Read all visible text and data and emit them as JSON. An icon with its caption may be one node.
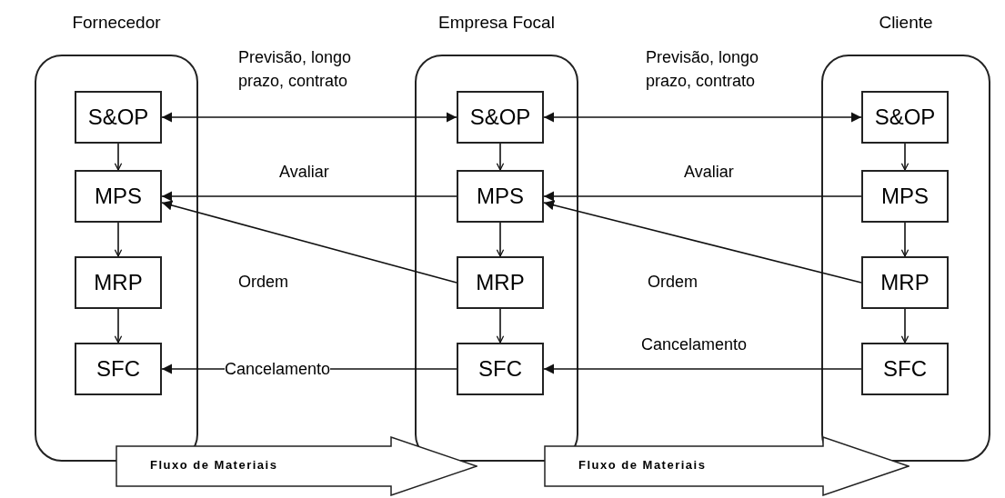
{
  "diagram": {
    "nodes": [
      {
        "text": [
          "Fornecedor"
        ]
      },
      {
        "text": [
          "S&OP"
        ],
        "in": 0
      },
      {
        "text": [
          "MPS"
        ],
        "in": 0
      },
      {
        "text": [
          "MRP"
        ],
        "in": 0
      },
      {
        "text": [
          "SFC"
        ],
        "in": 0
      },
      {
        "text": [
          "Empresa Focal"
        ]
      },
      {
        "text": [
          "S&OP"
        ],
        "in": 5
      },
      {
        "text": [
          "MPS"
        ],
        "in": 5
      },
      {
        "text": [
          "MRP"
        ],
        "in": 5
      },
      {
        "text": [
          "SFC"
        ],
        "in": 5
      },
      {
        "text": [
          "Cliente"
        ]
      },
      {
        "text": [
          "S&OP"
        ],
        "in": 10
      },
      {
        "text": [
          "MPS"
        ],
        "in": 10
      },
      {
        "text": [
          "MRP"
        ],
        "in": 10
      },
      {
        "text": [
          "SFC"
        ],
        "in": 10
      },
      {
        "text": [
          "Fluxo de Materiais"
        ]
      },
      {
        "text": [
          "Fluxo de Materiais"
        ]
      }
    ],
    "edges": [
      {
        "from": 1,
        "to": 2,
        "arrow": "to"
      },
      {
        "from": 2,
        "to": 3,
        "arrow": "to"
      },
      {
        "from": 3,
        "to": 4,
        "arrow": "to"
      },
      {
        "from": 6,
        "to": 7,
        "arrow": "to"
      },
      {
        "from": 7,
        "to": 8,
        "arrow": "to"
      },
      {
        "from": 8,
        "to": 9,
        "arrow": "to"
      },
      {
        "from": 11,
        "to": 12,
        "arrow": "to"
      },
      {
        "from": 12,
        "to": 13,
        "arrow": "to"
      },
      {
        "from": 13,
        "to": 14,
        "arrow": "to"
      },
      {
        "from": 6,
        "to": 1,
        "arrow": "both",
        "label": "Previsão, longo prazo, contrato"
      },
      {
        "from": 7,
        "to": 2,
        "arrow": "to",
        "label": "Avaliar"
      },
      {
        "from": 8,
        "to": 2,
        "arrow": "to",
        "label": "Ordem"
      },
      {
        "from": 9,
        "to": 4,
        "arrow": "to",
        "label": "Cancelamento"
      },
      {
        "from": 11,
        "to": 6,
        "arrow": "both",
        "label": "Previsão, longo prazo, contrato"
      },
      {
        "from": 12,
        "to": 7,
        "arrow": "to",
        "label": "Avaliar"
      },
      {
        "from": 13,
        "to": 7,
        "arrow": "to",
        "label": "Ordem"
      },
      {
        "from": 14,
        "to": 9,
        "arrow": "to",
        "label": "Cancelamento"
      }
    ]
  }
}
